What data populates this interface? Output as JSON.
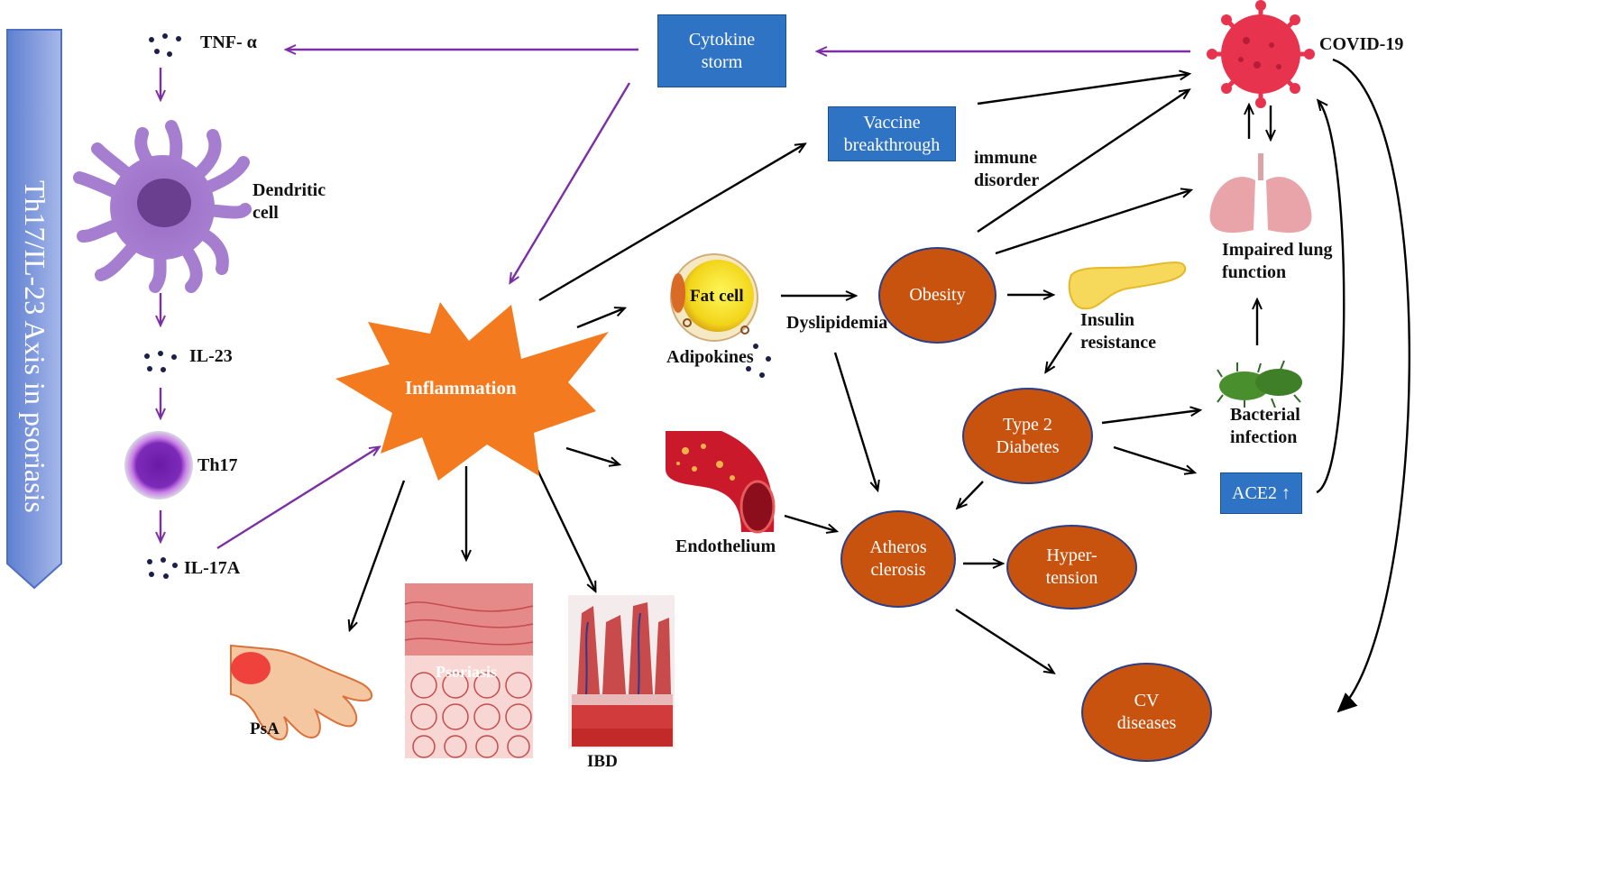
{
  "title": "Th17/IL-23 Axis in psoriasis",
  "colors": {
    "purple_arrow": "#7b2fa3",
    "black_arrow": "#000000",
    "box_blue": "#2f73c5",
    "ellipse_orange": "#c8530f",
    "burst_orange": "#f47a20",
    "sidebar_blue": "#7b93d6"
  },
  "boxes": {
    "cytokine_storm": "Cytokine storm",
    "vaccine": "Vaccine breakthrough",
    "ace2": "ACE2 ↑"
  },
  "ellipses": {
    "obesity": "Obesity",
    "diabetes": "Type 2 Diabetes",
    "atherosclerosis": "Atheros clerosis",
    "hypertension": "Hyper- tension",
    "cv": "CV diseases"
  },
  "burst": "Inflammation",
  "labels": {
    "tnf": "TNF- α",
    "dendritic": "Dendritic cell",
    "il23": "IL-23",
    "th17": "Th17",
    "il17a": "IL-17A",
    "fat_cell": "Fat cell",
    "adipokines": "Adipokines",
    "dyslipidemia": "Dyslipidemia",
    "endothelium": "Endothelium",
    "insulin": "Insulin resistance",
    "immune": "immune disorder",
    "covid": "COVID-19",
    "lung": "Impaired lung function",
    "bacterial": "Bacterial infection",
    "psa": "PsA",
    "psoriasis": "Psoriasis",
    "ibd": "IBD"
  },
  "icons": [
    "virus-icon",
    "lungs-icon",
    "bacteria-icon",
    "pancreas-icon",
    "fat-cell-icon",
    "artery-icon",
    "hand-icon",
    "skin-icon",
    "intestine-icon",
    "dendritic-cell-icon",
    "th17-cell-icon"
  ]
}
